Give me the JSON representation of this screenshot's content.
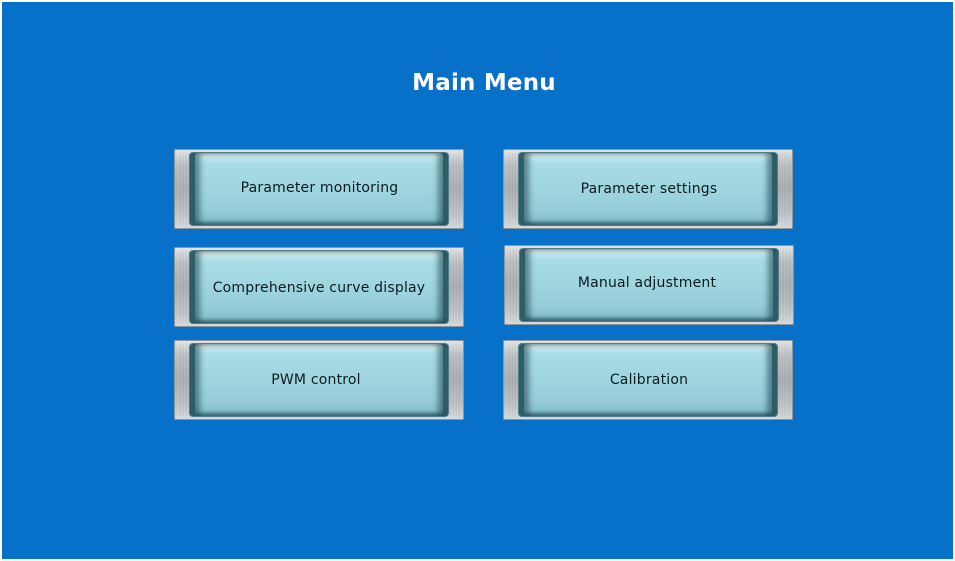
{
  "screen": {
    "title": "Main Menu",
    "background_color": "#0770c8",
    "title_color": "#ffffff"
  },
  "menu": {
    "items": [
      {
        "label": "Parameter monitoring"
      },
      {
        "label": "Parameter settings"
      },
      {
        "label": "Comprehensive curve display"
      },
      {
        "label": "Manual adjustment"
      },
      {
        "label": "PWM control"
      },
      {
        "label": "Calibration"
      }
    ],
    "button_face_color": "#a3d9e2",
    "button_frame_color": "#b3b8bd",
    "label_color": "#0b1b21"
  }
}
